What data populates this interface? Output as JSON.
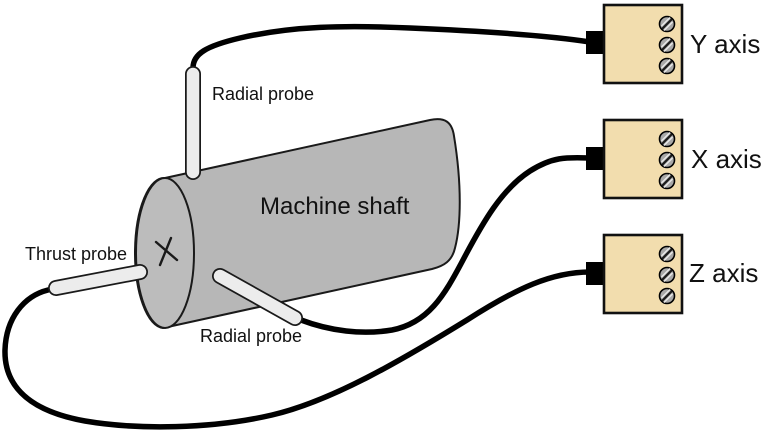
{
  "diagram": {
    "shaft_label": "Machine shaft",
    "probes": {
      "radial_top": "Radial probe",
      "radial_bottom": "Radial probe",
      "thrust": "Thrust probe"
    },
    "connectors": [
      {
        "label": "Y axis"
      },
      {
        "label": "X axis"
      },
      {
        "label": "Z axis"
      }
    ],
    "colors": {
      "connector_fill": "#f2ddae",
      "shaft_fill": "#b7b7b7",
      "shaft_face_fill": "#bcbcbc",
      "probe_fill": "#ececec",
      "cable": "#000000",
      "outline": "#1a1a1a",
      "screw_fill": "#a8a8a8",
      "background": "#ffffff"
    }
  }
}
